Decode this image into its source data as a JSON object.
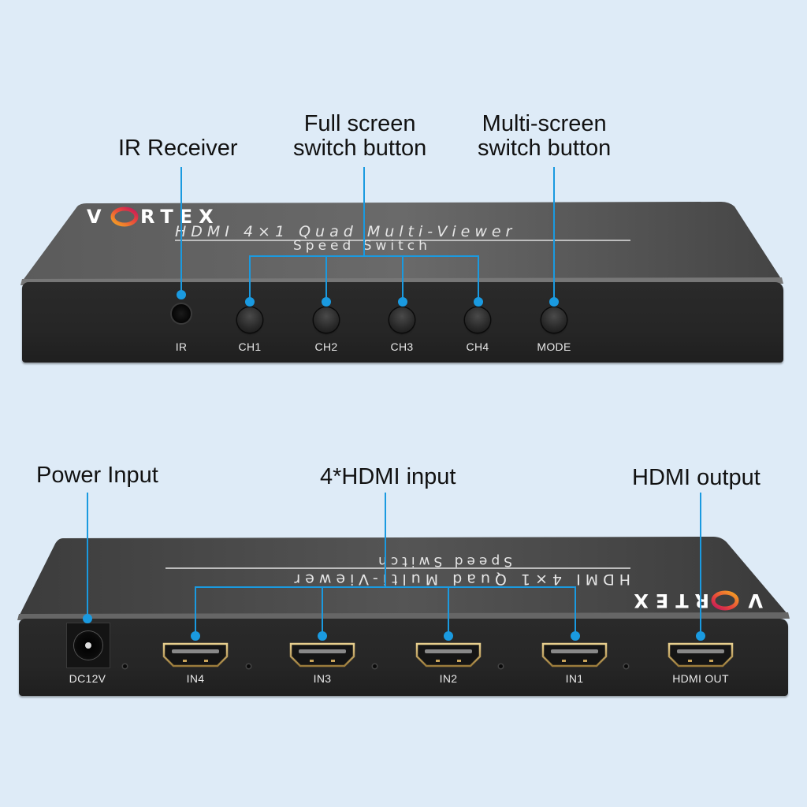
{
  "callouts": {
    "ir_receiver": "IR Receiver",
    "full_screen_line1": "Full screen",
    "full_screen_line2": "switch button",
    "multi_screen_line1": "Multi-screen",
    "multi_screen_line2": "switch button",
    "power_input": "Power Input",
    "hdmi_input": "4*HDMI input",
    "hdmi_output": "HDMI output"
  },
  "front_panel": {
    "brand": "VORTEX",
    "brand_o_colors": [
      "#f5a623",
      "#e8453c",
      "#c2185b"
    ],
    "title_line1": "HDMI 4×1 Quad Multi-Viewer",
    "title_line2": "Speed Switch",
    "controls": [
      {
        "type": "ir",
        "label": "IR"
      },
      {
        "type": "button",
        "label": "CH1"
      },
      {
        "type": "button",
        "label": "CH2"
      },
      {
        "type": "button",
        "label": "CH3"
      },
      {
        "type": "button",
        "label": "CH4"
      },
      {
        "type": "button",
        "label": "MODE"
      }
    ]
  },
  "back_panel": {
    "brand": "VORTEX",
    "title_line1": "HDMI 4×1 Quad Multi-Viewer",
    "title_line2": "Speed Switch",
    "ports": [
      {
        "type": "dc",
        "label": "DC12V"
      },
      {
        "type": "hdmi",
        "label": "IN4"
      },
      {
        "type": "hdmi",
        "label": "IN3"
      },
      {
        "type": "hdmi",
        "label": "IN2"
      },
      {
        "type": "hdmi",
        "label": "IN1"
      },
      {
        "type": "hdmi",
        "label": "HDMI OUT"
      }
    ]
  },
  "colors": {
    "background": "#deebf7",
    "callout_line": "#1a9ae0",
    "hdmi_gold": "#c9a45a"
  }
}
